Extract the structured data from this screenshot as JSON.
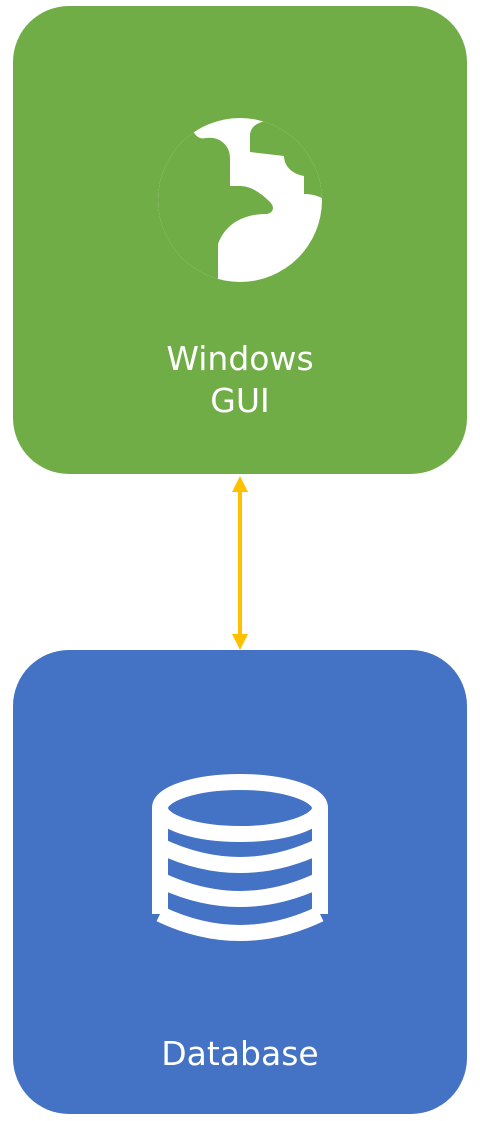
{
  "nodes": {
    "gui": {
      "label_line1": "Windows",
      "label_line2": "GUI",
      "icon": "globe-icon",
      "color": "#70ad47"
    },
    "database": {
      "label": "Database",
      "icon": "database-icon",
      "color": "#4472c4"
    }
  },
  "connector": {
    "type": "bidirectional-arrow",
    "color": "#ffc000"
  }
}
